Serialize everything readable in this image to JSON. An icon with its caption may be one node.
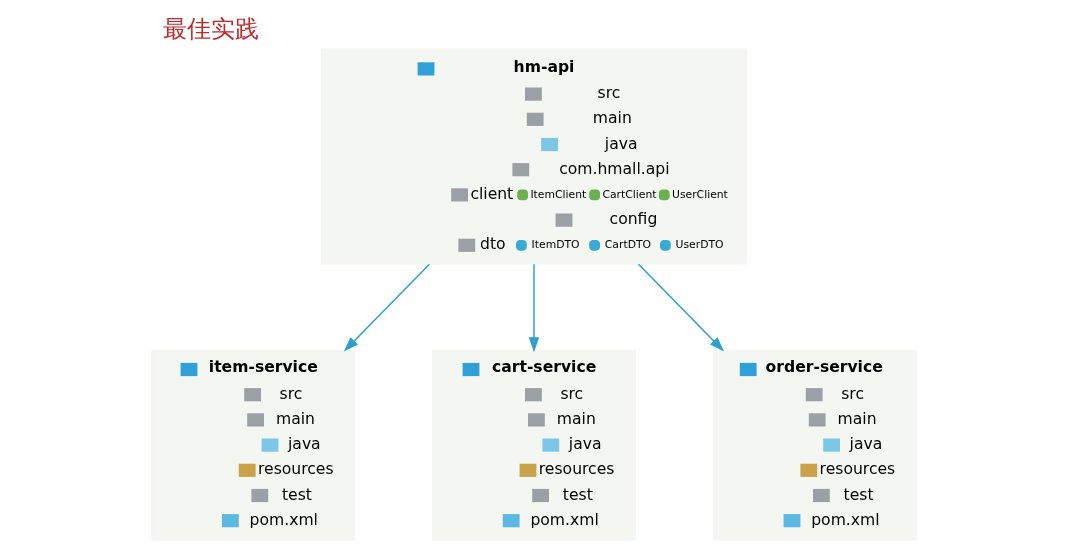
{
  "diagram": {
    "title": "最佳实践",
    "nodes": [
      {
        "text": [
          "hm-api",
          "src",
          "main",
          "java",
          "com.hmall.api",
          "client",
          "ItemClient",
          "CartClient",
          "UserClient",
          "config",
          "dto",
          "ItemDTO",
          "CartDTO",
          "UserDTO"
        ]
      },
      {
        "text": [
          "item-service",
          "src",
          "main",
          "java",
          "resources",
          "test",
          "pom.xml"
        ]
      },
      {
        "text": [
          "cart-service",
          "src",
          "main",
          "java",
          "resources",
          "test",
          "pom.xml"
        ]
      },
      {
        "text": [
          "order-service",
          "src",
          "main",
          "java",
          "resources",
          "test",
          "pom.xml"
        ]
      }
    ],
    "edges": [
      {
        "from": 0,
        "to": 1,
        "arrow": "to"
      },
      {
        "from": 0,
        "to": 2,
        "arrow": "to"
      },
      {
        "from": 0,
        "to": 3,
        "arrow": "to"
      }
    ]
  }
}
